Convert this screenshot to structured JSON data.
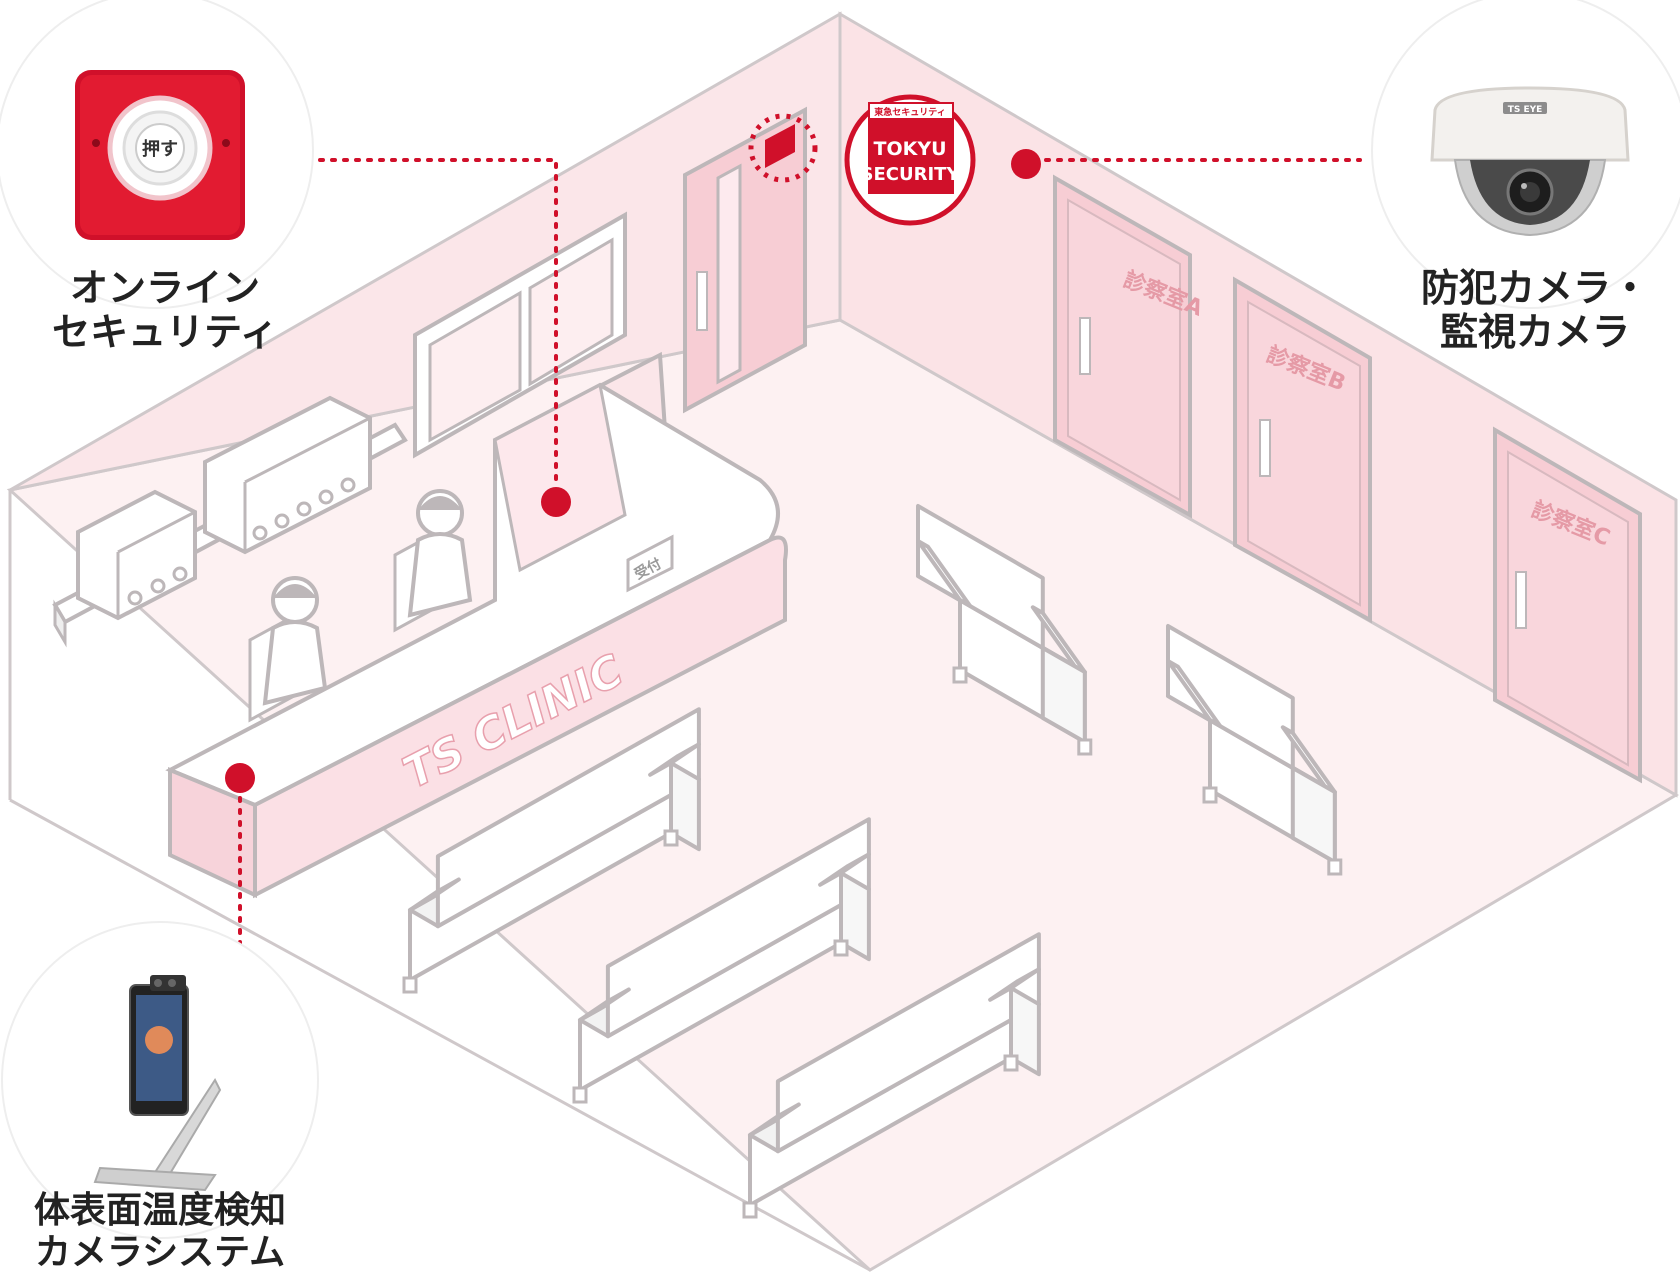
{
  "devices": {
    "alarm": {
      "label_line1": "オンライン",
      "label_line2": "セキュリティ",
      "button_text": "押す"
    },
    "camera": {
      "label_line1": "防犯カメラ・",
      "label_line2": "監視カメラ",
      "brand": "TS EYE"
    },
    "thermo": {
      "label_line1": "体表面温度検知",
      "label_line2": "カメラシステム"
    }
  },
  "room": {
    "reception_sign": "受付",
    "counter_brand": "TS CLINIC",
    "rooms": [
      "診察室A",
      "診察室B",
      "診察室C"
    ],
    "security_sticker": {
      "header": "東急セキュリティ",
      "line1": "TOKYU",
      "line2": "SECURITY"
    }
  },
  "colors": {
    "accent": "#d0102a",
    "floor": "#fdf1f2",
    "wall": "#fbe3e6",
    "door": "#f7cdd4",
    "outline": "#c7c2c4",
    "label_text": "#222222"
  }
}
